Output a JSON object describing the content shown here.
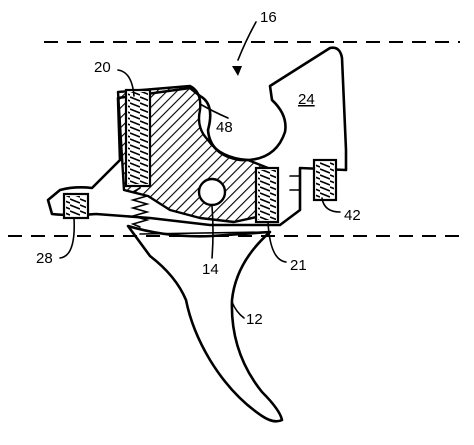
{
  "figure": {
    "labels": {
      "l16": "16",
      "l20": "20",
      "l24": "24",
      "l48": "48",
      "l42": "42",
      "l28": "28",
      "l14": "14",
      "l21": "21",
      "l12": "12"
    },
    "colors": {
      "ink": "#000000",
      "paper": "#ffffff"
    }
  }
}
